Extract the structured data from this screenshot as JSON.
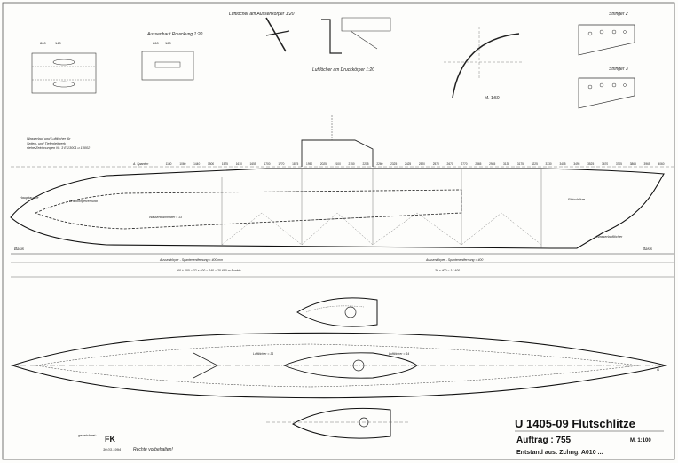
{
  "detail_titles": {
    "rivet_detail": "Aussenhaut Rowckung 1:20",
    "vents_outer": "Luftlöcher am Aussenkörper 1:20",
    "vents_pressure": "Luftlöcher am Druckkörper 1:20",
    "stringer_2": "Stringer 2",
    "stringer_3": "Stringer 3",
    "scale_arc": "M. 1:50"
  },
  "rivet_dims": {
    "left_a": "860",
    "left_b": "140",
    "mid_a": "860",
    "mid_b": "160"
  },
  "profile": {
    "note_1": "Wasserlauf und Luftlöcher für",
    "note_2": "Seiten- und Tiefenleitwerk",
    "note_3": "siehe Zeichnungen Nr. 3 E 13001 u 13002",
    "bow_label": "Haupttauche",
    "frames_label": "A. Spanten",
    "frame_numbers": [
      "1130",
      "1060",
      "1440",
      "1500",
      "1575",
      "1610",
      "1655",
      "1700",
      "1770",
      "1875",
      "1950",
      "2025",
      "2100",
      "2150",
      "2215",
      "2260",
      "2325",
      "2425",
      "2520",
      "2570",
      "2670",
      "2770",
      "2865",
      "2985",
      "3135",
      "3175",
      "3225",
      "3330",
      "3405",
      "3495",
      "3525",
      "3670",
      "3705",
      "3865",
      "3965",
      "4060"
    ],
    "baseline_label": "Basis",
    "baseline_label_right": "Basis",
    "lower_frames_label": "Aussenkörper - Spantenentfernung = 400 mm",
    "lower_frames_label_right": "Aussenkörper - Spantenentfernung = 400",
    "pressure_hull_label": "Druckkörperverbund",
    "watertight_label": "Wassertauchfelder = 13",
    "flow_label": "Flutschlitze",
    "stern_label": "Wasserlauflöcher",
    "frame_spacing_note_1": "60 + 600 = 32 x 400 = 240 = 20 650 m Punkte",
    "frame_spacing_note_2": "36 x 400 = 14 400"
  },
  "plan": {
    "center_label": "Luftlöcher = 31",
    "center_label_2": "Luftlöcher = 14",
    "stern_mark": "G"
  },
  "title_block": {
    "title": "U 1405-09  Flutschlitze",
    "order": "Auftrag : 755",
    "scale": "M. 1:100",
    "origin": "Entstand aus: Zchng. A010 ...",
    "drawn_label": "gezeichnet:",
    "date": "30.03.1994",
    "rights": "Rechte vorbehalten!",
    "logo_letters": "FK"
  }
}
